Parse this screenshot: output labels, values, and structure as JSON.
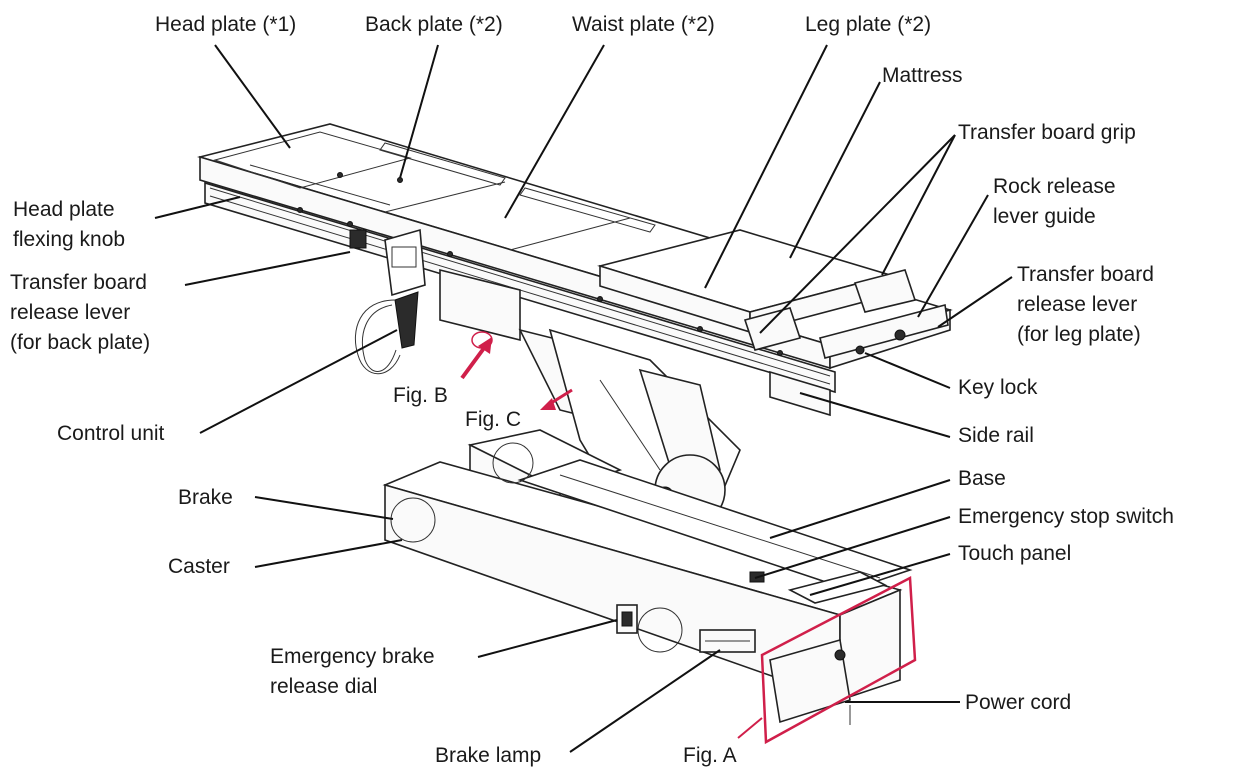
{
  "labels": {
    "head_plate": "Head plate (*1)",
    "back_plate": "Back plate (*2)",
    "waist_plate": "Waist plate (*2)",
    "leg_plate": "Leg plate (*2)",
    "mattress": "Mattress",
    "transfer_board_grip": "Transfer board grip",
    "rock_release_lever_guide": [
      "Rock release",
      "lever guide"
    ],
    "transfer_board_release_lever_leg": [
      "Transfer board",
      "release lever",
      "(for leg plate)"
    ],
    "key_lock": "Key lock",
    "side_rail": "Side rail",
    "base": "Base",
    "emergency_stop_switch": "Emergency stop switch",
    "touch_panel": "Touch panel",
    "power_cord": "Power cord",
    "fig_a": "Fig. A",
    "brake_lamp": "Brake lamp",
    "emergency_brake_release_dial": [
      "Emergency brake",
      "release dial"
    ],
    "caster": "Caster",
    "brake": "Brake",
    "control_unit": "Control unit",
    "fig_b": "Fig. B",
    "fig_c": "Fig. C",
    "transfer_board_release_lever_back": [
      "Transfer board",
      "release lever",
      "(for back plate)"
    ],
    "head_plate_flexing_knob": [
      "Head plate",
      "flexing knob"
    ]
  },
  "colors": {
    "highlight": "#d01f4a",
    "line": "#111111"
  }
}
